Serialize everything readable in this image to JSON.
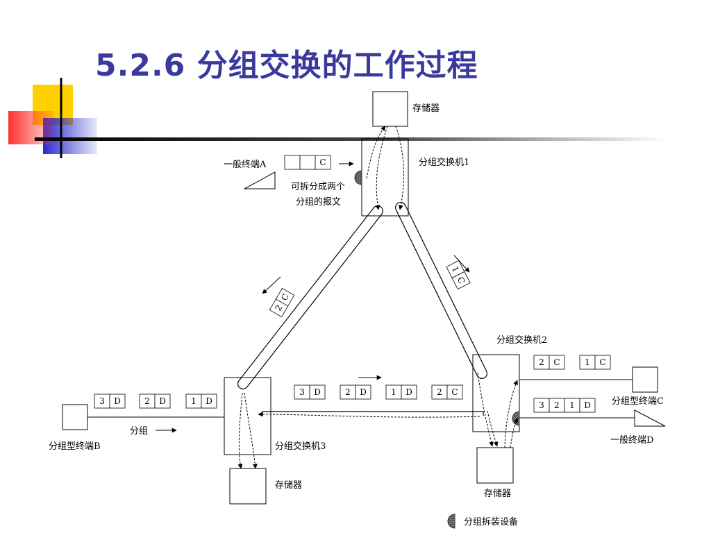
{
  "title": "5.2.6  分组交换的工作过程",
  "colors": {
    "title": "#3a3a9e",
    "deco_yellow": "#ffd000",
    "deco_red": "#ff3030",
    "deco_blue": "#2a2ad0",
    "pad_fill": "#888888"
  },
  "labels": {
    "memory_top": "存储器",
    "switch1": "分组交换机1",
    "terminal_a": "一般终端A",
    "message_note_1": "可拆分成两个",
    "message_note_2": "分组的报文",
    "switch2": "分组交换机2",
    "packet_terminal_c": "分组型终端C",
    "terminal_d": "一般终端D",
    "packet_terminal_b": "分组型终端B",
    "packet_word": "分组",
    "switch3": "分组交换机3",
    "memory_sw3": "存储器",
    "memory_sw2": "存储器",
    "legend_pad": "分组拆装设备"
  },
  "packets": {
    "a_msg": [
      "",
      "",
      "C"
    ],
    "b_1": [
      "3",
      "D"
    ],
    "b_2": [
      "2",
      "D"
    ],
    "b_3": [
      "1",
      "D"
    ],
    "mid_1": [
      "3",
      "D"
    ],
    "mid_2": [
      "2",
      "D"
    ],
    "mid_3": [
      "1",
      "D"
    ],
    "mid_4": [
      "2",
      "C"
    ],
    "c_1": [
      "2",
      "C"
    ],
    "c_2": [
      "1",
      "C"
    ],
    "d_msg": [
      "3",
      "2",
      "1",
      "D"
    ],
    "left_link": [
      "2",
      "C"
    ],
    "right_link": [
      "1",
      "C"
    ]
  }
}
